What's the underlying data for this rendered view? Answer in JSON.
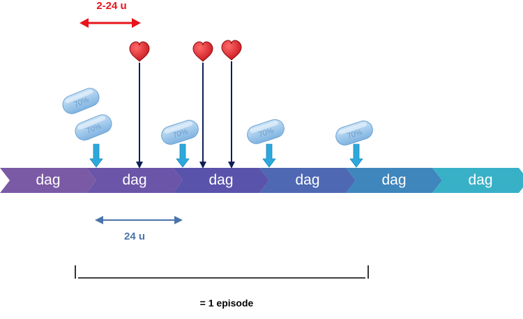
{
  "days": {
    "label": "dag",
    "colors": [
      "#7a5aa4",
      "#6b55a8",
      "#5a53ab",
      "#4e68b3",
      "#3f86bd",
      "#38b1c7"
    ]
  },
  "durations": {
    "onset_window": {
      "label": "2-24 u",
      "color": "#e8141b"
    },
    "day_span": {
      "label": "24 u",
      "color": "#4a74aa"
    }
  },
  "episode": {
    "label": "= 1 episode"
  },
  "pill": {
    "text": "70%",
    "color": "#8cbfe8"
  },
  "colors": {
    "heart": "#e11b22",
    "drop_arrow": "#2da8dc",
    "heart_line": "#0f1f55"
  },
  "icons": [
    "heart-icon",
    "pill-icon",
    "down-arrow-icon"
  ]
}
